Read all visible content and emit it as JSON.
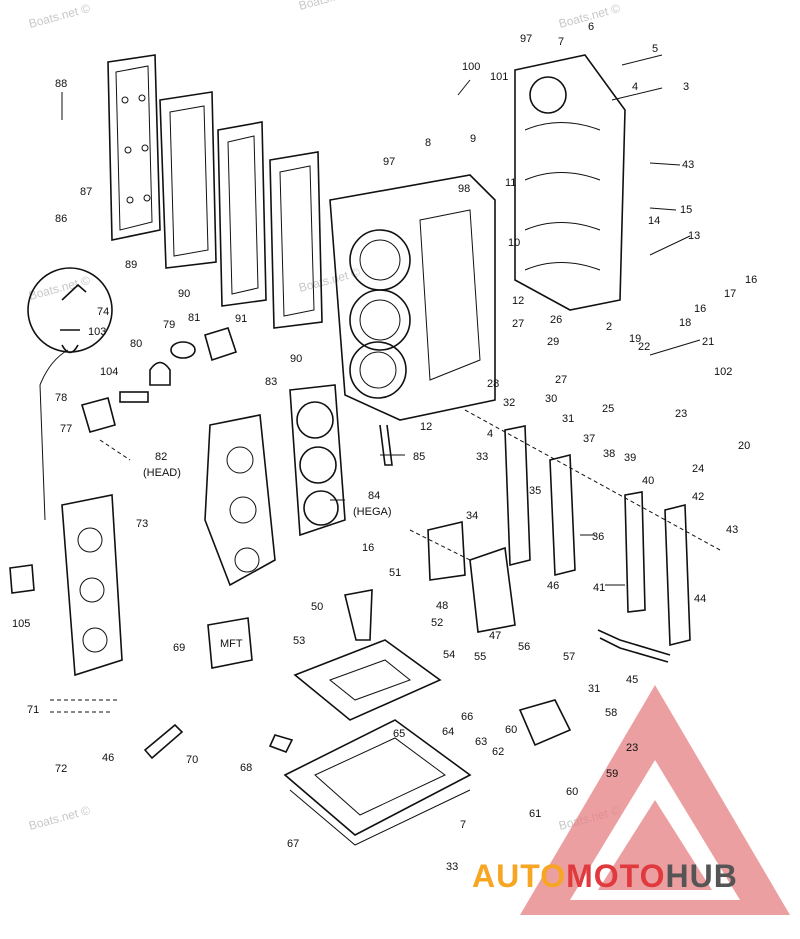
{
  "diagram": {
    "callouts": [
      {
        "id": "c88",
        "text": "88"
      },
      {
        "id": "c87",
        "text": "87"
      },
      {
        "id": "c86",
        "text": "86"
      },
      {
        "id": "c89",
        "text": "89"
      },
      {
        "id": "c90a",
        "text": "90"
      },
      {
        "id": "c91",
        "text": "91"
      },
      {
        "id": "c90b",
        "text": "90"
      },
      {
        "id": "c97a",
        "text": "97"
      },
      {
        "id": "c97b",
        "text": "97"
      },
      {
        "id": "c100",
        "text": "100"
      },
      {
        "id": "c101",
        "text": "101"
      },
      {
        "id": "c7a",
        "text": "7"
      },
      {
        "id": "c6",
        "text": "6"
      },
      {
        "id": "c5",
        "text": "5"
      },
      {
        "id": "c4a",
        "text": "4"
      },
      {
        "id": "c3",
        "text": "3"
      },
      {
        "id": "c8",
        "text": "8"
      },
      {
        "id": "c9",
        "text": "9"
      },
      {
        "id": "c98",
        "text": "98"
      },
      {
        "id": "c11",
        "text": "11"
      },
      {
        "id": "c43a",
        "text": "43"
      },
      {
        "id": "c15",
        "text": "15"
      },
      {
        "id": "c14",
        "text": "14"
      },
      {
        "id": "c13",
        "text": "13"
      },
      {
        "id": "c10",
        "text": "10"
      },
      {
        "id": "c16a",
        "text": "16"
      },
      {
        "id": "c17",
        "text": "17"
      },
      {
        "id": "c16b",
        "text": "16"
      },
      {
        "id": "c12a",
        "text": "12"
      },
      {
        "id": "c18",
        "text": "18"
      },
      {
        "id": "c2",
        "text": "2"
      },
      {
        "id": "c19",
        "text": "19"
      },
      {
        "id": "c74",
        "text": "74"
      },
      {
        "id": "c103",
        "text": "103"
      },
      {
        "id": "c79",
        "text": "79"
      },
      {
        "id": "c81",
        "text": "81"
      },
      {
        "id": "c80",
        "text": "80"
      },
      {
        "id": "c104",
        "text": "104"
      },
      {
        "id": "c78",
        "text": "78"
      },
      {
        "id": "c77",
        "text": "77"
      },
      {
        "id": "c83",
        "text": "83"
      },
      {
        "id": "c27a",
        "text": "27"
      },
      {
        "id": "c26",
        "text": "26"
      },
      {
        "id": "c29",
        "text": "29"
      },
      {
        "id": "c27b",
        "text": "27"
      },
      {
        "id": "c28",
        "text": "28"
      },
      {
        "id": "c32",
        "text": "32"
      },
      {
        "id": "c30",
        "text": "30"
      },
      {
        "id": "c22",
        "text": "22"
      },
      {
        "id": "c21",
        "text": "21"
      },
      {
        "id": "c102",
        "text": "102"
      },
      {
        "id": "c25",
        "text": "25"
      },
      {
        "id": "c31a",
        "text": "31"
      },
      {
        "id": "c23a",
        "text": "23"
      },
      {
        "id": "c20",
        "text": "20"
      },
      {
        "id": "c12b",
        "text": "12"
      },
      {
        "id": "c4b",
        "text": "4"
      },
      {
        "id": "c33a",
        "text": "33"
      },
      {
        "id": "c85",
        "text": "85"
      },
      {
        "id": "c24",
        "text": "24"
      },
      {
        "id": "c37",
        "text": "37"
      },
      {
        "id": "c38",
        "text": "38"
      },
      {
        "id": "c39",
        "text": "39"
      },
      {
        "id": "c40",
        "text": "40"
      },
      {
        "id": "c35",
        "text": "35"
      },
      {
        "id": "c42",
        "text": "42"
      },
      {
        "id": "c82",
        "text": "82"
      },
      {
        "id": "c82b",
        "text": "(HEAD)"
      },
      {
        "id": "c84",
        "text": "84"
      },
      {
        "id": "c84b",
        "text": "(HEGA)"
      },
      {
        "id": "c73",
        "text": "73"
      },
      {
        "id": "c34",
        "text": "34"
      },
      {
        "id": "c36",
        "text": "36"
      },
      {
        "id": "c43b",
        "text": "43"
      },
      {
        "id": "c16c",
        "text": "16"
      },
      {
        "id": "c51",
        "text": "51"
      },
      {
        "id": "c41",
        "text": "41"
      },
      {
        "id": "c46a",
        "text": "46"
      },
      {
        "id": "c44",
        "text": "44"
      },
      {
        "id": "c50",
        "text": "50"
      },
      {
        "id": "c48",
        "text": "48"
      },
      {
        "id": "c52",
        "text": "52"
      },
      {
        "id": "c47",
        "text": "47"
      },
      {
        "id": "c105",
        "text": "105"
      },
      {
        "id": "c69",
        "text": "69"
      },
      {
        "id": "c53",
        "text": "53"
      },
      {
        "id": "c54",
        "text": "54"
      },
      {
        "id": "c55",
        "text": "55"
      },
      {
        "id": "c56",
        "text": "56"
      },
      {
        "id": "c57",
        "text": "57"
      },
      {
        "id": "c45",
        "text": "45"
      },
      {
        "id": "c71",
        "text": "71"
      },
      {
        "id": "c31b",
        "text": "31"
      },
      {
        "id": "c64",
        "text": "64"
      },
      {
        "id": "c66",
        "text": "66"
      },
      {
        "id": "c58",
        "text": "58"
      },
      {
        "id": "c60a",
        "text": "60"
      },
      {
        "id": "c65",
        "text": "65"
      },
      {
        "id": "c63",
        "text": "63"
      },
      {
        "id": "c62",
        "text": "62"
      },
      {
        "id": "c23b",
        "text": "23"
      },
      {
        "id": "c72",
        "text": "72"
      },
      {
        "id": "c46b",
        "text": "46"
      },
      {
        "id": "c70",
        "text": "70"
      },
      {
        "id": "c68",
        "text": "68"
      },
      {
        "id": "c59",
        "text": "59"
      },
      {
        "id": "c60b",
        "text": "60"
      },
      {
        "id": "c61",
        "text": "61"
      },
      {
        "id": "c7b",
        "text": "7"
      },
      {
        "id": "c67",
        "text": "67"
      },
      {
        "id": "c33b",
        "text": "33"
      }
    ],
    "watermarks": [
      "Boats.net ©",
      "Boats.net ©",
      "Boats.net ©",
      "Boats.net ©",
      "Boats.net ©",
      "Boats.net ©",
      "Boats.net ©"
    ],
    "tag_69": "MFT"
  },
  "logo": {
    "part1": "AUTO",
    "part2": "MOTO",
    "part3": "HUB",
    "color_orange": "#f6a623",
    "color_red": "#e0393e",
    "color_gray": "#555555"
  }
}
